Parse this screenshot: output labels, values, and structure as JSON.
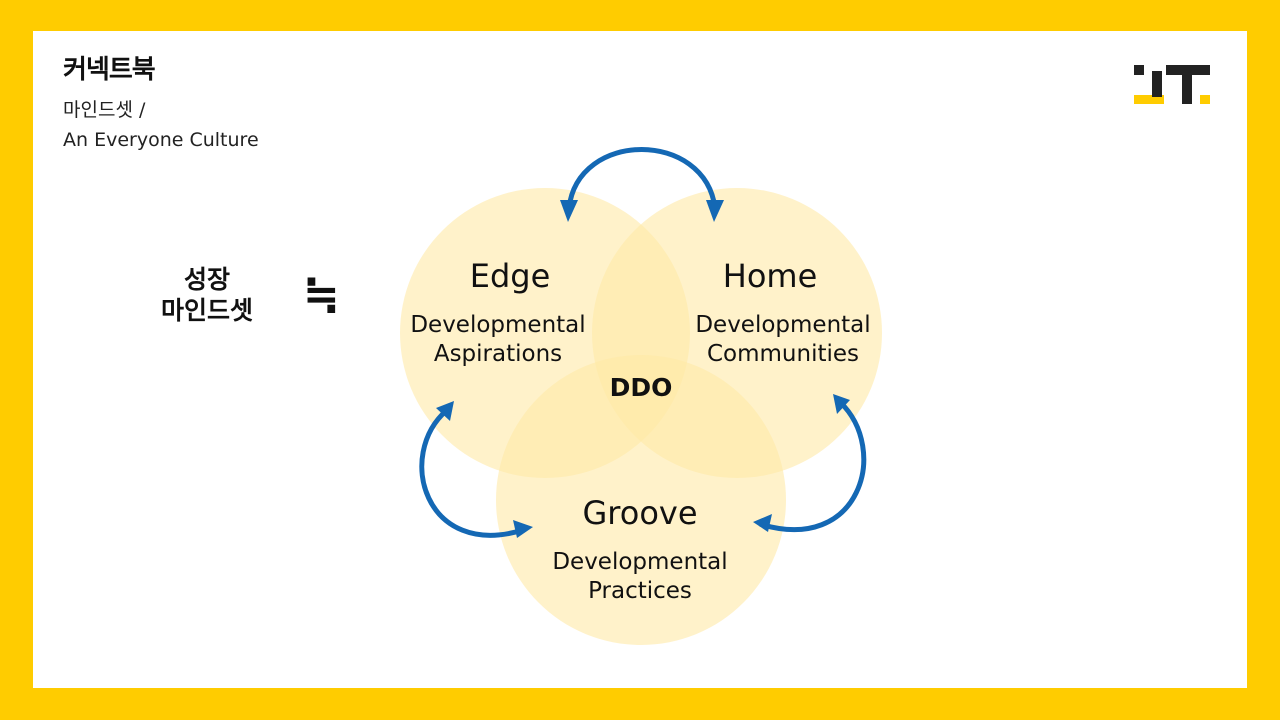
{
  "header": {
    "brand": "커넥트북",
    "subtitle_line1": "마인드셋 /",
    "subtitle_line2": "An Everyone Culture"
  },
  "left": {
    "label_line1": "성장",
    "label_line2": "마인드셋",
    "approx_symbol": "≒"
  },
  "diagram": {
    "center_label": "DDO",
    "edge": {
      "title": "Edge",
      "desc_line1": "Developmental",
      "desc_line2": "Aspirations"
    },
    "home": {
      "title": "Home",
      "desc_line1": "Developmental",
      "desc_line2": "Communities"
    },
    "groove": {
      "title": "Groove",
      "desc_line1": "Developmental",
      "desc_line2": "Practices"
    }
  },
  "colors": {
    "background": "#FFCC00",
    "circle_fill": "#FFE9A6",
    "arrow": "#1468B4",
    "logo_yellow": "#FFCC00",
    "logo_black": "#222222"
  },
  "icons": {
    "logo": "brand-logo-icon",
    "arrow": "curved-double-arrow-icon"
  }
}
